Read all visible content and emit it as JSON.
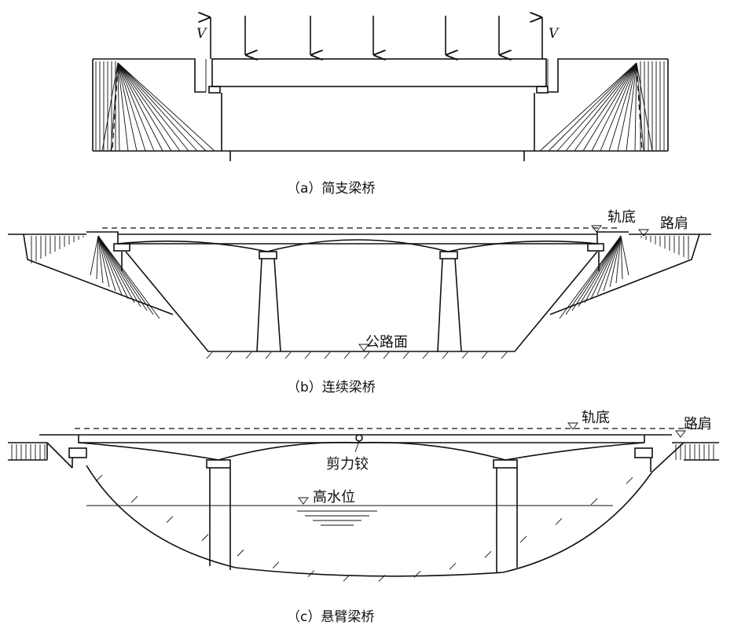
{
  "panel_a": {
    "caption": "（a）简支梁桥",
    "load_left": "V",
    "load_right": "V"
  },
  "panel_b": {
    "caption": "（b）连续梁桥",
    "rail_base": "轨底",
    "shoulder": "路肩",
    "road_surface": "公路面"
  },
  "panel_c": {
    "caption": "（c）悬臂梁桥",
    "rail_base": "轨底",
    "shoulder": "路肩",
    "shear_hinge": "剪力铰",
    "high_water": "高水位"
  }
}
